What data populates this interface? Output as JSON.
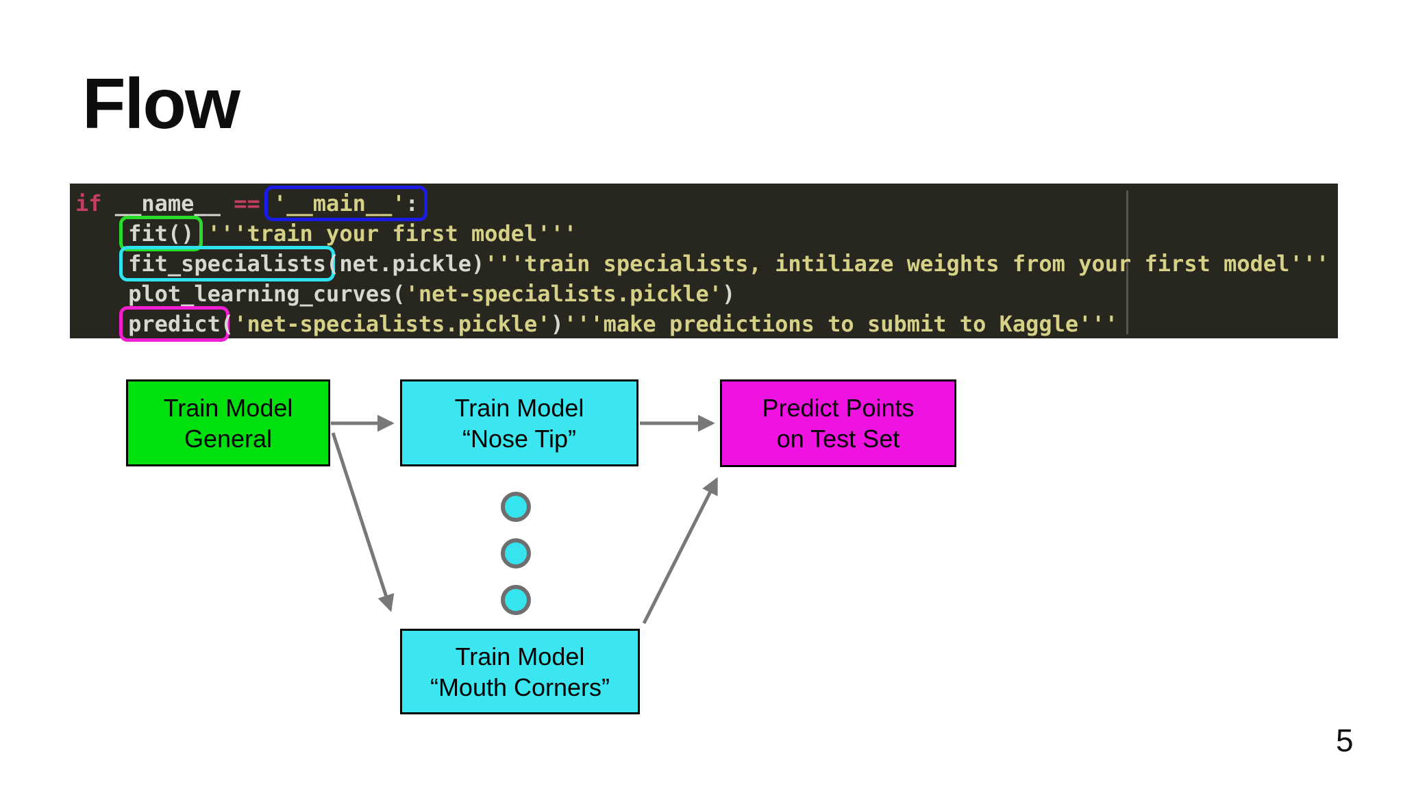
{
  "slide": {
    "title": "Flow",
    "page_number": "5"
  },
  "code_block": {
    "lines": {
      "l1": {
        "kw_if": "if",
        "name": " __name__ ",
        "eq": "==",
        "sp": " ",
        "main_str": "'__main__'",
        "colon": ":"
      },
      "l2": {
        "indent": "    ",
        "fit_call": "fit()",
        "sp": " ",
        "comment": "'''train your first model'''"
      },
      "l3": {
        "indent": "    ",
        "fit_specialists": "fit_specialists",
        "args": "(net.pickle)",
        "comment": "'''train specialists, intiliaze weights from your first model'''"
      },
      "l4": {
        "call": "    plot_learning_curves(",
        "arg": "'net-specialists.pickle'",
        "close": ")"
      },
      "l5": {
        "indent": "    ",
        "predict": "predict",
        "open": "(",
        "arg": "'net-specialists.pickle'",
        "close": ")",
        "comment": "'''make predictions to submit to Kaggle'''"
      }
    }
  },
  "diagram": {
    "nodes": [
      {
        "id": "train-model-general",
        "line1": "Train Model",
        "line2": "General",
        "fill": "#00e00e"
      },
      {
        "id": "train-model-nose-tip",
        "line1": "Train Model",
        "line2": "“Nose Tip”",
        "fill": "#3ce6f0"
      },
      {
        "id": "predict-points-on-test-set",
        "line1": "Predict Points",
        "line2": "on Test Set",
        "fill": "#ee13e0"
      },
      {
        "id": "train-model-mouth-corners",
        "line1": "Train Model",
        "line2": "“Mouth Corners”",
        "fill": "#3ce6f0"
      }
    ],
    "arrows": [
      {
        "from": "train-model-general",
        "to": "train-model-nose-tip"
      },
      {
        "from": "train-model-general",
        "to": "train-model-mouth-corners"
      },
      {
        "from": "train-model-nose-tip",
        "to": "predict-points-on-test-set"
      },
      {
        "from": "train-model-mouth-corners",
        "to": "predict-points-on-test-set"
      }
    ],
    "dots_count": 3
  },
  "colors": {
    "highlight_main": "#1b1be8",
    "highlight_fit": "#29dc29",
    "highlight_fit_specialists": "#2ee3ef",
    "highlight_predict": "#f11fd1",
    "code_background": "#272720",
    "code_keyword": "#c23f5e",
    "code_string": "#d6d186",
    "code_plain": "#d8d8d2",
    "arrow_gray": "#787878",
    "dot_fill": "#35e4ee",
    "dot_stroke": "#6e6e6e"
  }
}
